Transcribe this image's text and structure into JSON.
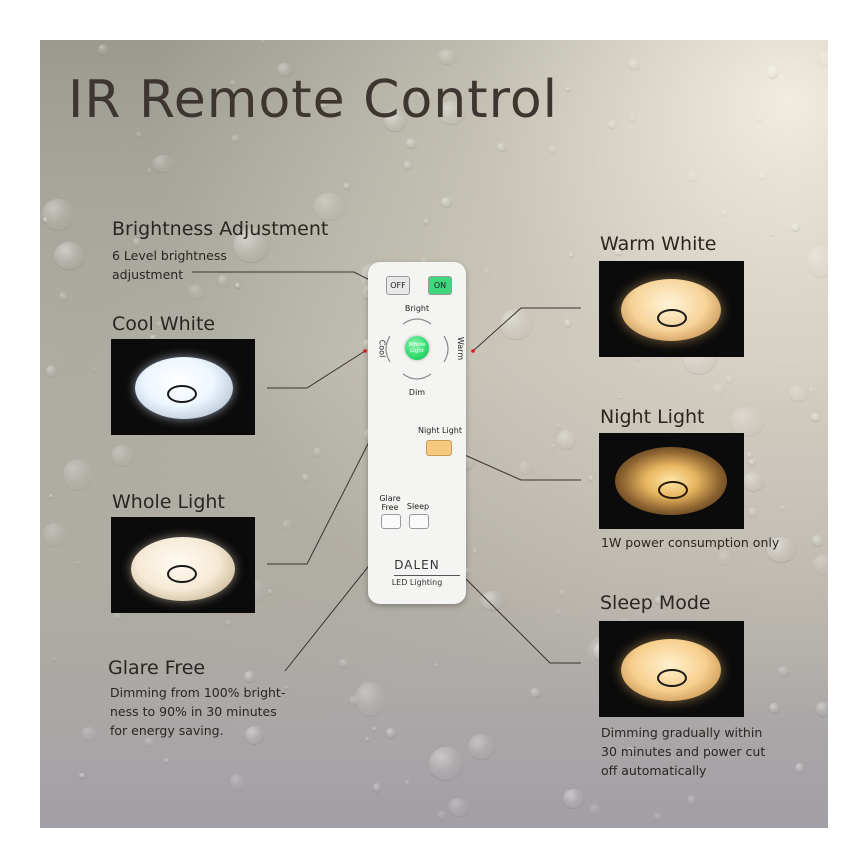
{
  "title": "IR Remote Control",
  "sections": {
    "brightness": {
      "heading": "Brightness Adjustment",
      "desc_line1": "6 Level brightness",
      "desc_line2": "adjustment"
    },
    "cool_white": {
      "heading": "Cool White"
    },
    "whole_light": {
      "heading": "Whole Light"
    },
    "glare_free": {
      "heading": "Glare Free",
      "desc_line1": "Dimming from 100% bright-",
      "desc_line2": "ness to 90% in 30 minutes",
      "desc_line3": "for energy saving."
    },
    "warm_white": {
      "heading": "Warm White"
    },
    "night_light": {
      "heading": "Night Light",
      "desc_line1": "1W power consumption only"
    },
    "sleep_mode": {
      "heading": "Sleep Mode",
      "desc_line1": "Dimming gradually within",
      "desc_line2": "30 minutes and power cut",
      "desc_line3": "off automatically"
    }
  },
  "remote": {
    "off": "OFF",
    "on": "ON",
    "bright": "Bright",
    "dim": "Dim",
    "cool": "Cool",
    "warm": "Warm",
    "whole_light_line1": "Whole",
    "whole_light_line2": "Light",
    "night_light": "Night Light",
    "glare_free_line1": "Glare",
    "glare_free_line2": "Free",
    "sleep": "Sleep",
    "brand": "DALEN",
    "subbrand": "LED Lighting"
  },
  "colors": {
    "on_button": "#39d67a",
    "whole_light_button": "#2ee06a",
    "night_light_button": "#f6c77a",
    "off_button": "#e6e6e6",
    "pointer": "#d02020"
  }
}
